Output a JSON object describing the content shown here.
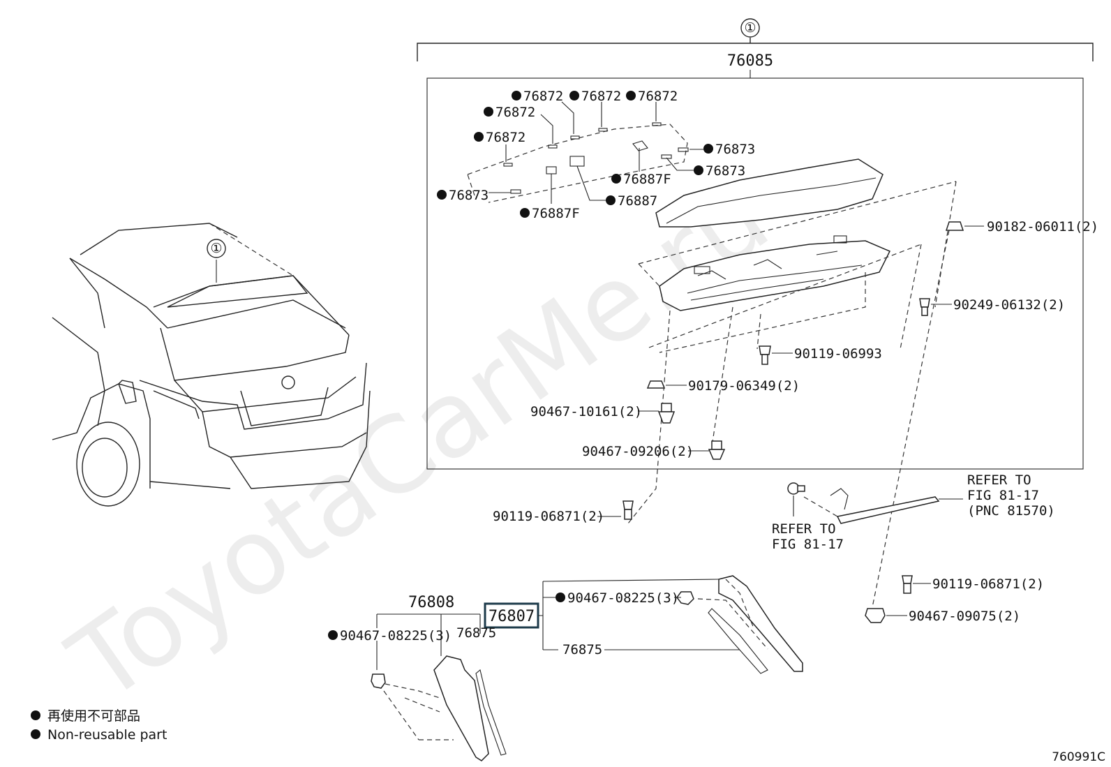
{
  "callout_number": "①",
  "assembly": {
    "part_no": "76085"
  },
  "parts": {
    "p76872": "76872",
    "p76873": "76873",
    "p76887": "76887",
    "p76887F": "76887F",
    "p90182": "90182-06011(2)",
    "p90249": "90249-06132(2)",
    "p90119a": "90119-06993",
    "p90179": "90179-06349(2)",
    "p90467a": "90467-10161(2)",
    "p90467b": "90467-09206(2)",
    "p90119b": "90119-06871(2)",
    "p90119c": "90119-06871(2)",
    "p90467c": "90467-09075(2)",
    "p90467d": "90467-08225(3)",
    "p76808": "76808",
    "p76807": "76807",
    "p76875": "76875"
  },
  "refs": {
    "r1": [
      "REFER TO",
      "FIG 81-17",
      "(PNC 81570)"
    ],
    "r2": [
      "REFER TO",
      "FIG 81-17"
    ]
  },
  "legend": {
    "line1": "再使用不可部品",
    "line2": "Non-reusable part"
  },
  "figure_id": "760991C",
  "watermark": "ToyotaCarMe.ru",
  "colors": {
    "line": "#222222",
    "highlight_box": "#1c3a4a",
    "background": "#ffffff"
  }
}
